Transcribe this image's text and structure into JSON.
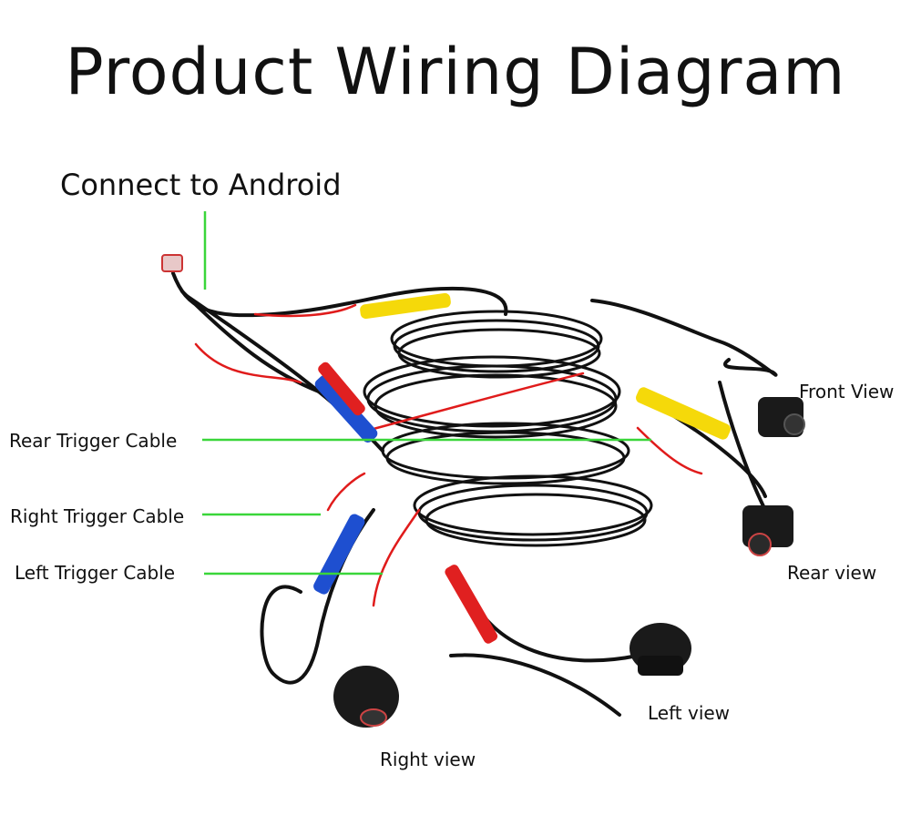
{
  "title": "Product Wiring Diagram",
  "labels": {
    "connect_android": "Connect to Android",
    "rear_trigger": "Rear Trigger Cable",
    "right_trigger": "Right Trigger Cable",
    "left_trigger": "Left Trigger Cable",
    "front_view": "Front View",
    "rear_view": "Rear view",
    "left_view": "Left view",
    "right_view": "Right view"
  },
  "colors": {
    "leader_line": "#3ad63a",
    "cable": "#111111",
    "trigger_wire": "#e01b1b",
    "connector_yellow": "#f5d90a",
    "connector_blue": "#1e4fd0",
    "connector_red": "#e02020"
  }
}
